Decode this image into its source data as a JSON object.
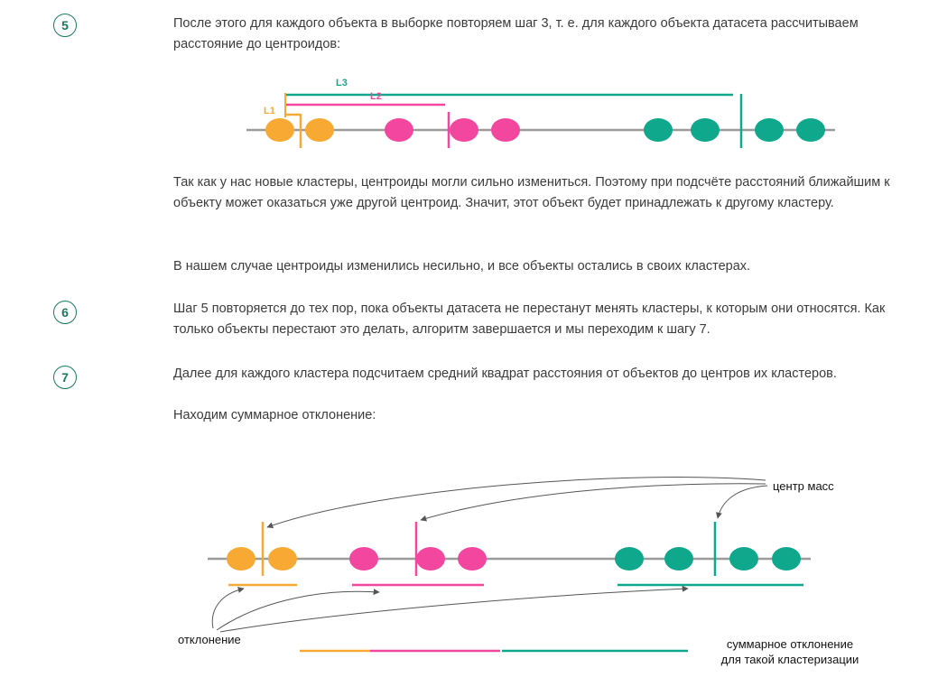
{
  "steps": [
    {
      "number": "5",
      "paragraphs": [
        "После этого для каждого объекта в выборке повторяем шаг 3, т. е. для каждого объекта датасета рассчитываем расстояние до центроидов:",
        "Так как у нас новые кластеры, центроиды могли сильно измениться. Поэтому при подсчёте расстояний ближайшим к объекту может оказаться уже другой центроид. Значит, этот объект будет принадлежать к другому кластеру.",
        "В нашем случае центроиды изменились несильно, и все объекты остались в своих кластерах."
      ]
    },
    {
      "number": "6",
      "paragraphs": [
        "Шаг 5 повторяется до тех пор, пока объекты датасета не перестанут менять кластеры, к которым они относятся. Как только объекты перестают это делать, алгоритм завершается и мы переходим к шагу 7."
      ]
    },
    {
      "number": "7",
      "paragraphs": [
        "Далее для каждого кластера подсчитаем средний квадрат расстояния от объектов до центров их кластеров.",
        "Находим суммарное отклонение:"
      ]
    }
  ],
  "diagram1": {
    "labels": {
      "l1": "L1",
      "l2": "L2",
      "l3": "L3"
    }
  },
  "diagram2": {
    "labels": {
      "center_of_mass": "центр масс",
      "deviation": "отклонение",
      "total_line1": "суммарное отклонение",
      "total_line2": "для такой кластеризации"
    }
  },
  "colors": {
    "orange": "#f7a933",
    "pink": "#f2469f",
    "teal": "#0fa88c",
    "axis": "#9b9b9b",
    "accent": "#1a7a5e"
  }
}
